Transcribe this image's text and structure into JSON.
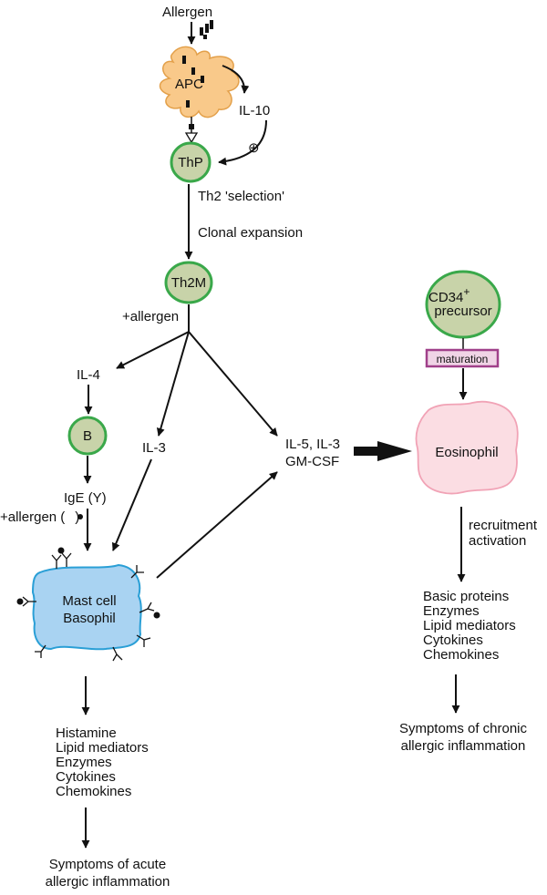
{
  "nodes": {
    "allergen_top": "Allergen",
    "apc": "APC",
    "il10": "IL-10",
    "plus_symbol": "⊕",
    "thp": "ThP",
    "th2_selection": "Th2 'selection'",
    "clonal_expansion": "Clonal expansion",
    "th2m": "Th2M",
    "plus_allergen_1": "+allergen",
    "il4": "IL-4",
    "b_cell": "B",
    "il3": "IL-3",
    "ige": "IgE (Y)",
    "plus_allergen_2": "+allergen (",
    "plus_allergen_2_close": ")",
    "il5_line1": "IL-5, IL-3",
    "il5_line2": "GM-CSF",
    "cd34_line1": "CD34",
    "cd34_sup": "+",
    "cd34_line2": "precursor",
    "maturation": "maturation",
    "eosinophil": "Eosinophil",
    "mast_line1": "Mast cell",
    "mast_line2": "Basophil",
    "recruit_line1": "recruitment",
    "recruit_line2": "activation"
  },
  "left_products": [
    "Histamine",
    "Lipid mediators",
    "Enzymes",
    "Cytokines",
    "Chemokines"
  ],
  "left_outcome": [
    "Symptoms of acute",
    "allergic inflammation"
  ],
  "right_products": [
    "Basic proteins",
    "Enzymes",
    "Lipid mediators",
    "Cytokines",
    "Chemokines"
  ],
  "right_outcome": [
    "Symptoms of chronic",
    "allergic inflammation"
  ],
  "colors": {
    "apc_fill": "#f9c98a",
    "apc_stroke": "#e3a04a",
    "lymph_fill": "#c8d3a9",
    "lymph_stroke": "#3aa84a",
    "mast_fill": "#a9d3f2",
    "mast_stroke": "#2a9fd6",
    "eos_fill": "#fbdde3",
    "eos_stroke": "#f1a3b6",
    "mat_fill": "#f0d4e6",
    "mat_stroke": "#a0408a"
  }
}
